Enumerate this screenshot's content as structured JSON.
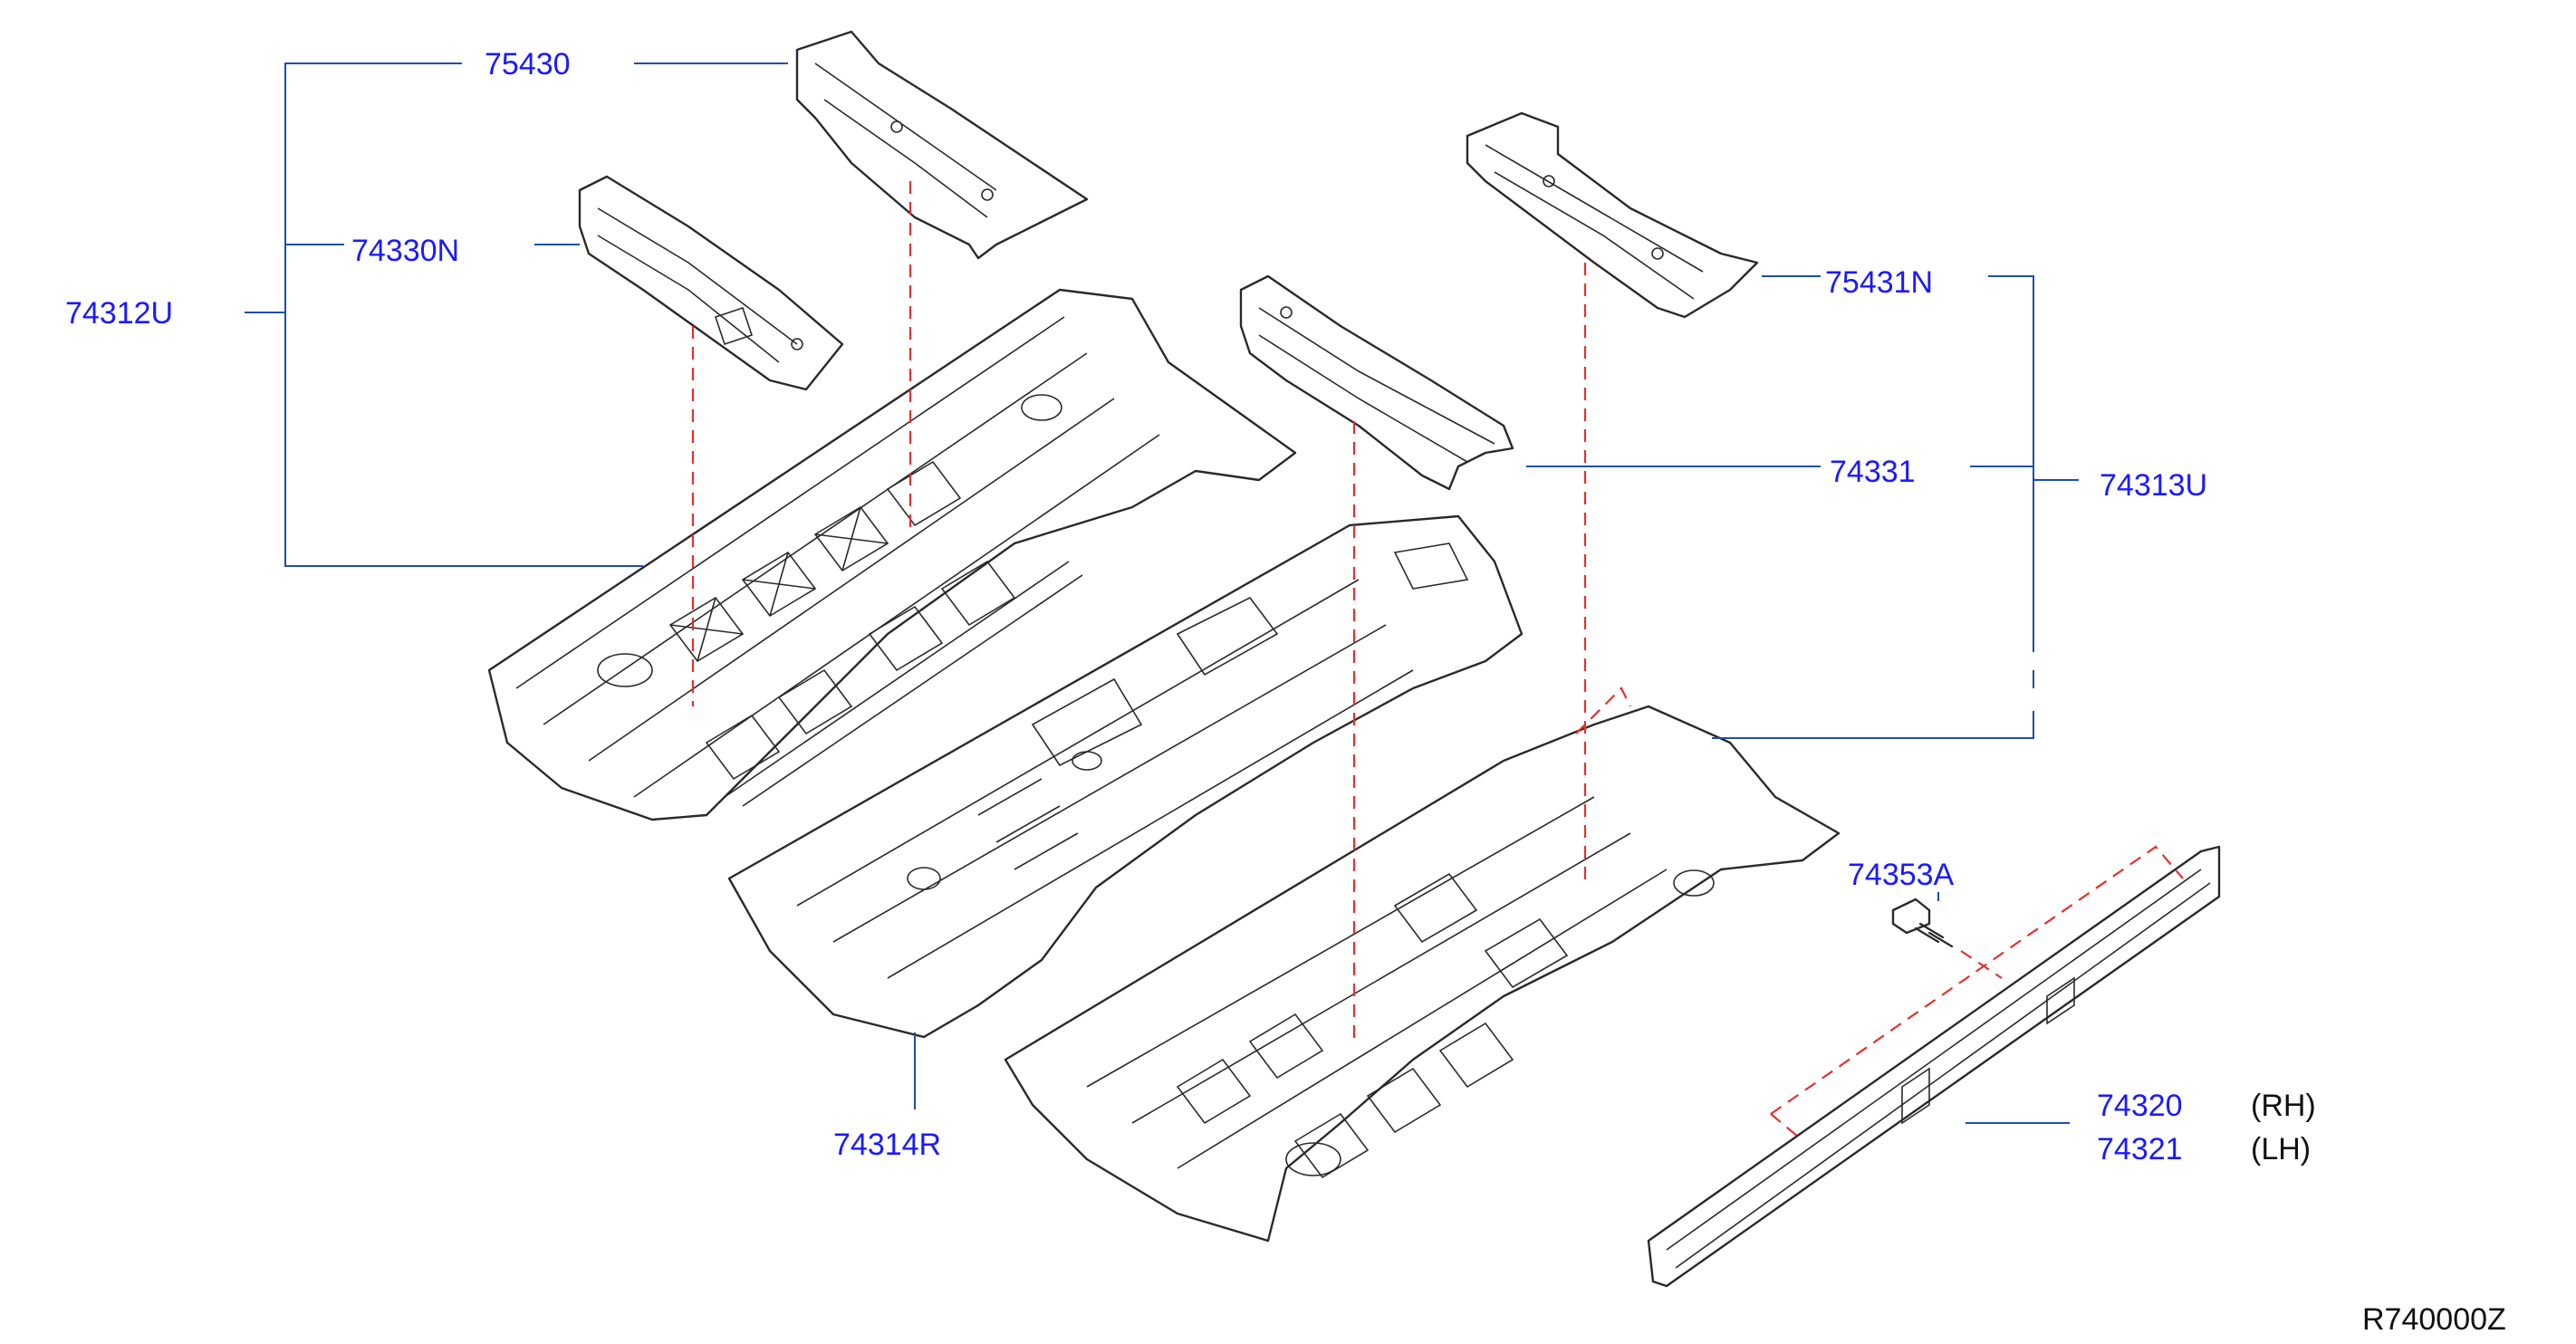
{
  "labels": {
    "p75430": "75430",
    "p74330n": "74330N",
    "p74312u": "74312U",
    "p75431n": "75431N",
    "p74331": "74331",
    "p74313u": "74313U",
    "p74314r": "74314R",
    "p74353a": "74353A",
    "p74320": "74320",
    "p74321": "74321",
    "rh": "(RH)",
    "lh": "(LH)"
  },
  "diagram_code": "R740000Z",
  "colors": {
    "part_number": "#1a1aff",
    "leader_line": "#1f4fa8",
    "alignment_dash": "#e53030",
    "part_outline": "#2a2a2a"
  }
}
